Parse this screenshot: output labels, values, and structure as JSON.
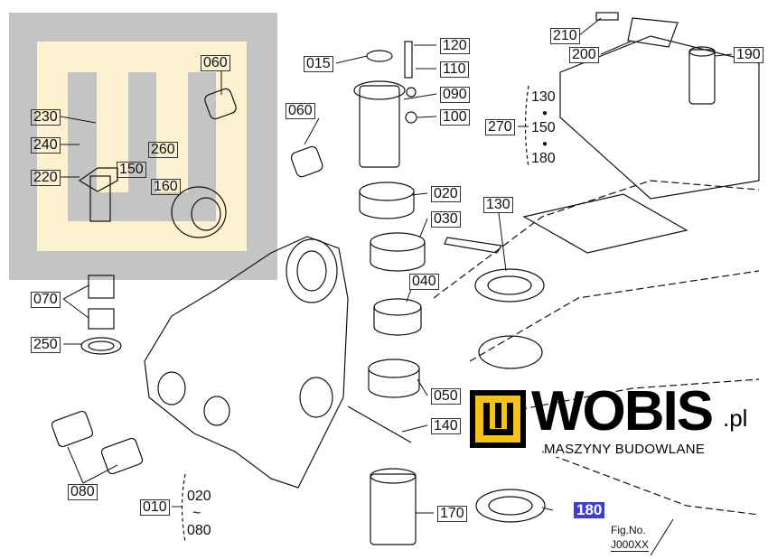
{
  "callouts": {
    "c060a": "060",
    "c060b": "060",
    "c015": "015",
    "c120": "120",
    "c110": "110",
    "c090": "090",
    "c100": "100",
    "c020": "020",
    "c030": "030",
    "c040": "040",
    "c050": "050",
    "c140": "140",
    "c170": "170",
    "c130": "130",
    "c270": "270",
    "c210": "210",
    "c200": "200",
    "c190": "190",
    "c230": "230",
    "c240": "240",
    "c220": "220",
    "c150": "150",
    "c160": "160",
    "c260": "260",
    "c070": "070",
    "c250": "250",
    "c080": "080",
    "c010": "010",
    "c180": "180"
  },
  "range_010": {
    "from": "020",
    "tilde": "~",
    "to": "080"
  },
  "range_270": {
    "a": "130",
    "b": "150",
    "c": "180"
  },
  "figure": {
    "label": "Fig.No.",
    "number": "J000XX"
  },
  "logo": {
    "brand": "WOBIS",
    "tld": ".pl",
    "tagline": "MASZYNY BUDOWLANE"
  },
  "colors": {
    "highlight": "#3f3fcf",
    "logo_yellow": "#f4c21b",
    "watermark_gray": "#c4c4c4",
    "watermark_cream": "#fdf1d0"
  }
}
